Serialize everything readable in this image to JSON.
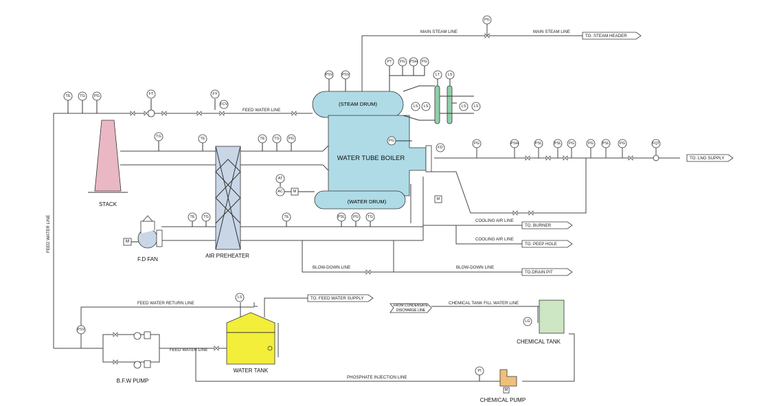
{
  "equipment": {
    "stack": "STACK",
    "fd_fan": "F.D FAN",
    "air_preheater": "AIR PREHEATER",
    "water_tube_boiler": "WATER TUBE BOILER",
    "steam_drum": "(STEAM DRUM)",
    "water_drum": "(WATER DRUM)",
    "water_tank": "WATER TANK",
    "bfw_pump": "B.F.W PUMP",
    "chemical_tank": "CHEMICAL TANK",
    "chemical_pump": "CHEMICAL PUMP"
  },
  "lines": {
    "main_steam_1": "MAIN STEAM LINE",
    "main_steam_2": "MAIN STEAM LINE",
    "feed_water_top": "FEED WATER LINE",
    "feed_water_vertical": "FEED WATER LINE",
    "feed_water_bottom": "FEED WATER LINE",
    "feed_water_return": "FEED WATER RETURN LINE",
    "cooling_air_1": "COOLING AIR LINE",
    "cooling_air_2": "COOLING AIR LINE",
    "blow_down_1": "BLOW-DOWN LINE",
    "blow_down_2": "BLOW-DOWN LINE",
    "chem_fill": "CHEMICAL TANK FILL WATER LINE",
    "from_condensate_1": "FROM CONDENSATE",
    "from_condensate_2": "DISCHARGE LINE",
    "phosphate": "PHOSPHATE INJECTION LINE"
  },
  "destinations": {
    "steam_header": "TO. STEAM HEADER",
    "lng_supply": "TO. LNG SUPPLY",
    "burner": "TO. BURNER",
    "peep_hole": "TO. PEEP HOLE",
    "drain_pit": "TO.DRAIN PIT",
    "feed_water_supply": "TO. FEED WATER SUPPLY"
  },
  "instruments": {
    "pg_steam": "PG",
    "te_fw": "TE",
    "tg_fw": "TG",
    "pg_fw": "PG",
    "ft": "FT",
    "fy": "FY",
    "fcv": "FCV",
    "psv1": "PSV",
    "psv2": "PSV",
    "pt_sd": "PT",
    "pg_sd": "PG",
    "psh_sd": "PSH",
    "pg_sd2": "PG",
    "lt": "LT",
    "ls_top": "LS",
    "ls1": "LS",
    "ls2": "LS",
    "ls3": "LS",
    "ls4": "LS",
    "tg_stack": "TG",
    "te_stack": "TE",
    "te_flue": "TE",
    "tg_flue": "TG",
    "pg_flue": "PG",
    "pg_boiler": "PG",
    "fd": "FD",
    "at": "AT",
    "ac": "AC",
    "m_ac": "M",
    "m_fan": "M",
    "te_fan": "TE",
    "tg_fan": "TG",
    "te_air": "TE",
    "psl_wd": "PSL",
    "pg_wd": "PG",
    "tg_wd": "TG",
    "m_damper": "M",
    "pg_g1": "PG",
    "psh_g": "PSH",
    "psl_g1": "PSL",
    "psl_g2": "PSL",
    "pg_g2": "PG",
    "pg_g3": "PG",
    "psl_g3": "PSL",
    "pg_g4": "PG",
    "fqt": "FQT",
    "ls_tank": "LS",
    "psv_bfw": "PSV",
    "ls_chem": "LG",
    "pi_chem": "PI",
    "m_chem": "M"
  }
}
